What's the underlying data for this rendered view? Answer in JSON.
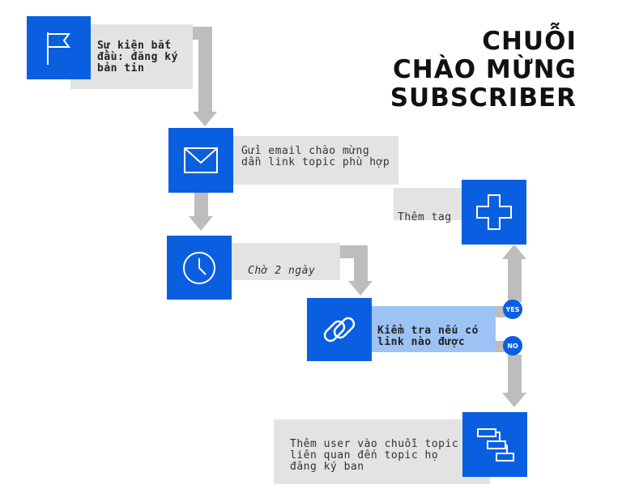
{
  "title": [
    "CHUỖI",
    "CHÀO MỪNG",
    "SUBSCRIBER"
  ],
  "steps": {
    "start": {
      "label": "Sự kiện bắt đầu: đăng ký bản tin",
      "icon": "flag-icon"
    },
    "email": {
      "label": "Gửi email chào mừng dẫn link topic phù hợp",
      "icon": "envelope-icon"
    },
    "wait": {
      "label": "Chờ 2 ngày",
      "icon": "clock-icon"
    },
    "check": {
      "label": "Kiểm tra nếu có link nào được",
      "icon": "link-icon"
    },
    "tag": {
      "label": "Thêm tag",
      "icon": "plus-icon"
    },
    "sequence": {
      "label": "Thêm user vào chuỗi topic liên quan đến topic họ đăng ký ban",
      "icon": "flowchart-icon"
    }
  },
  "branches": {
    "yes": "YES",
    "no": "NO"
  },
  "colors": {
    "accent": "#0a5fe0",
    "highlight": "#9dc3f5",
    "connector": "#bdbdbd",
    "label_bg": "#e3e3e3"
  }
}
